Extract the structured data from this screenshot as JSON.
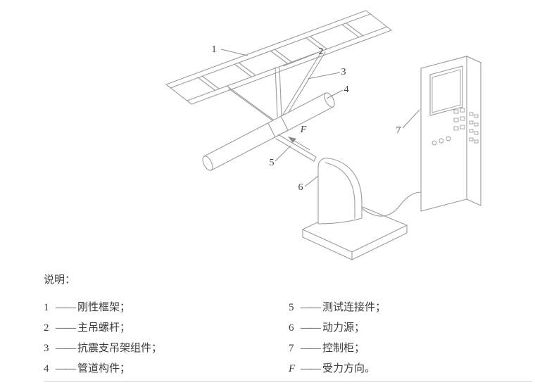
{
  "figure": {
    "callouts": {
      "c1": "1",
      "c2": "2",
      "c3": "3",
      "c4": "4",
      "c5": "5",
      "c6": "6",
      "c7": "7",
      "cF": "F"
    },
    "parts": {
      "rigid_frame": "刚性框架",
      "main_hanger_rod": "主吊螺杆",
      "brace_assembly": "抗震支吊架组件",
      "pipe_component": "管道构件",
      "test_connector": "测试连接件",
      "power_source": "动力源",
      "control_cabinet": "控制柜",
      "force_direction": "受力方向"
    },
    "line_color": "#9c9c9c",
    "label_color": "#3e3e3e"
  },
  "legend": {
    "title": "说明：",
    "items_left": [
      {
        "num": "1",
        "dash": "——",
        "text": "刚性框架；"
      },
      {
        "num": "2",
        "dash": "——",
        "text": "主吊螺杆；"
      },
      {
        "num": "3",
        "dash": "——",
        "text": "抗震支吊架组件；"
      },
      {
        "num": "4",
        "dash": "——",
        "text": "管道构件；"
      }
    ],
    "items_right": [
      {
        "num": "5",
        "dash": "——",
        "text": "测试连接件；"
      },
      {
        "num": "6",
        "dash": "——",
        "text": "动力源；"
      },
      {
        "num": "7",
        "dash": "——",
        "text": "控制柜；"
      },
      {
        "num": "F",
        "dash": "——",
        "text": "受力方向。"
      }
    ]
  }
}
